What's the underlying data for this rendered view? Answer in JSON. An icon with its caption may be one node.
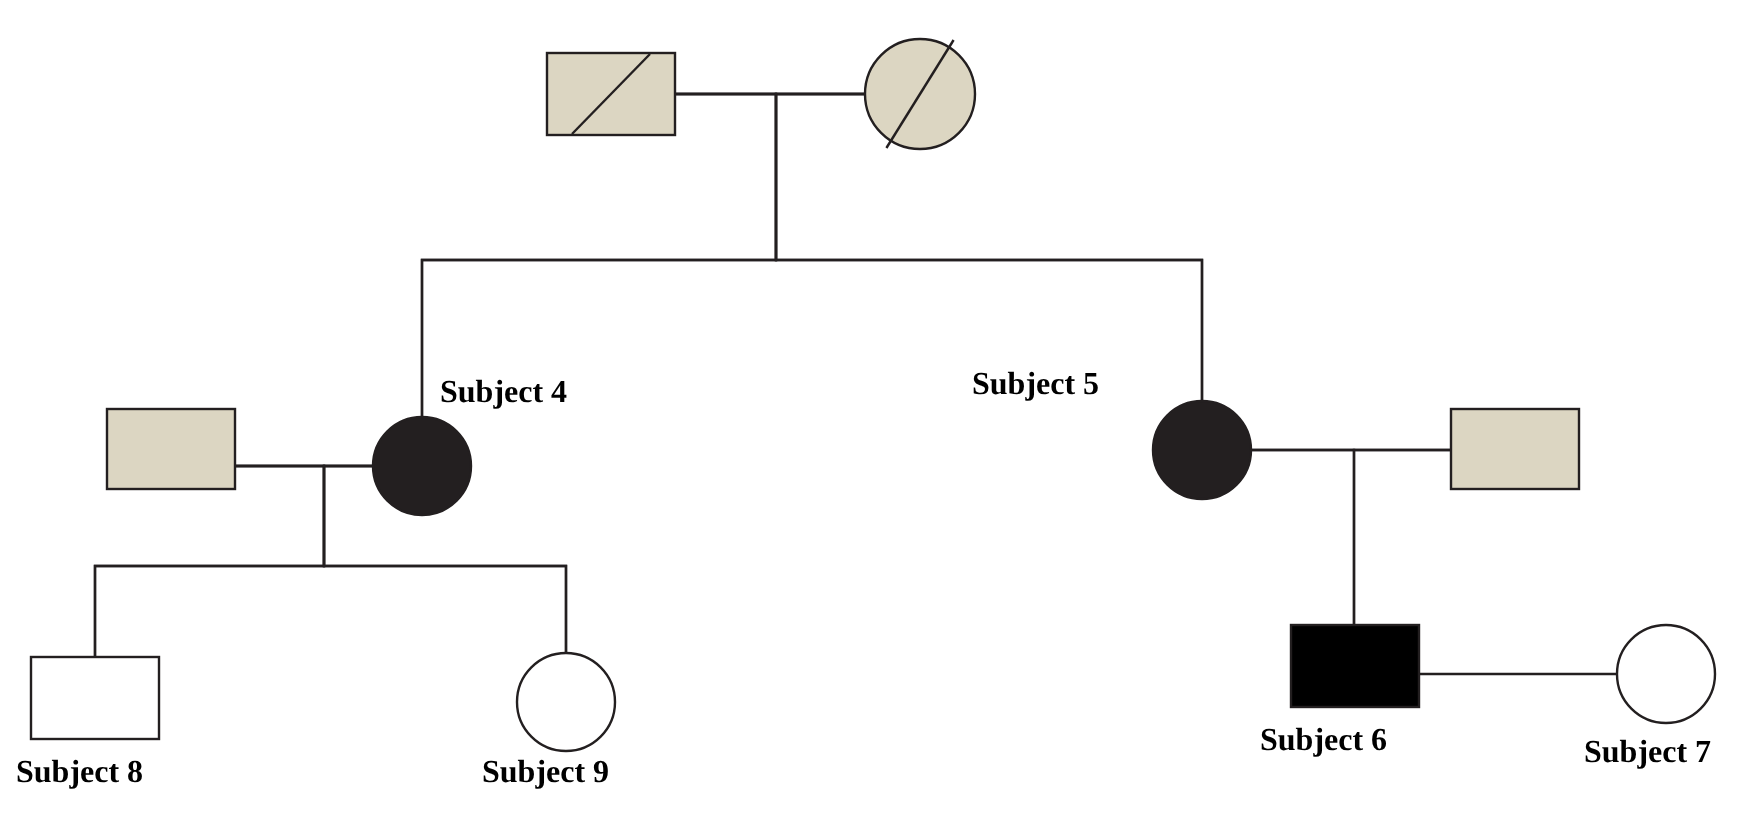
{
  "diagram": {
    "nodes": [
      {
        "text": [],
        "shape": "box"
      },
      {
        "text": [],
        "shape": "circle"
      },
      {
        "text": [],
        "shape": "box"
      },
      {
        "text": [
          "Subject 4"
        ]
      },
      {
        "text": [
          "Subject 5"
        ]
      },
      {
        "text": [],
        "shape": "box"
      },
      {
        "text": [
          "Subject 8"
        ]
      },
      {
        "text": [
          "Subject 9"
        ]
      },
      {
        "text": [
          "Subject 6"
        ]
      },
      {
        "text": [
          "Subject 7"
        ]
      }
    ],
    "edges": [
      {
        "from": 0,
        "to": 1,
        "arrow": "none"
      },
      {
        "from": 0,
        "to": 3,
        "arrow": "none"
      },
      {
        "from": 1,
        "to": 3,
        "arrow": "none"
      },
      {
        "from": 0,
        "to": 4,
        "arrow": "none"
      },
      {
        "from": 1,
        "to": 4,
        "arrow": "none"
      },
      {
        "from": 2,
        "to": 3,
        "arrow": "none"
      },
      {
        "from": 2,
        "to": 6,
        "arrow": "none"
      },
      {
        "from": 3,
        "to": 6,
        "arrow": "none"
      },
      {
        "from": 2,
        "to": 7,
        "arrow": "none"
      },
      {
        "from": 3,
        "to": 7,
        "arrow": "none"
      },
      {
        "from": 4,
        "to": 5,
        "arrow": "none"
      },
      {
        "from": 4,
        "to": 8,
        "arrow": "none"
      },
      {
        "from": 5,
        "to": 8,
        "arrow": "none"
      },
      {
        "from": 8,
        "to": 9,
        "arrow": "none"
      }
    ]
  }
}
